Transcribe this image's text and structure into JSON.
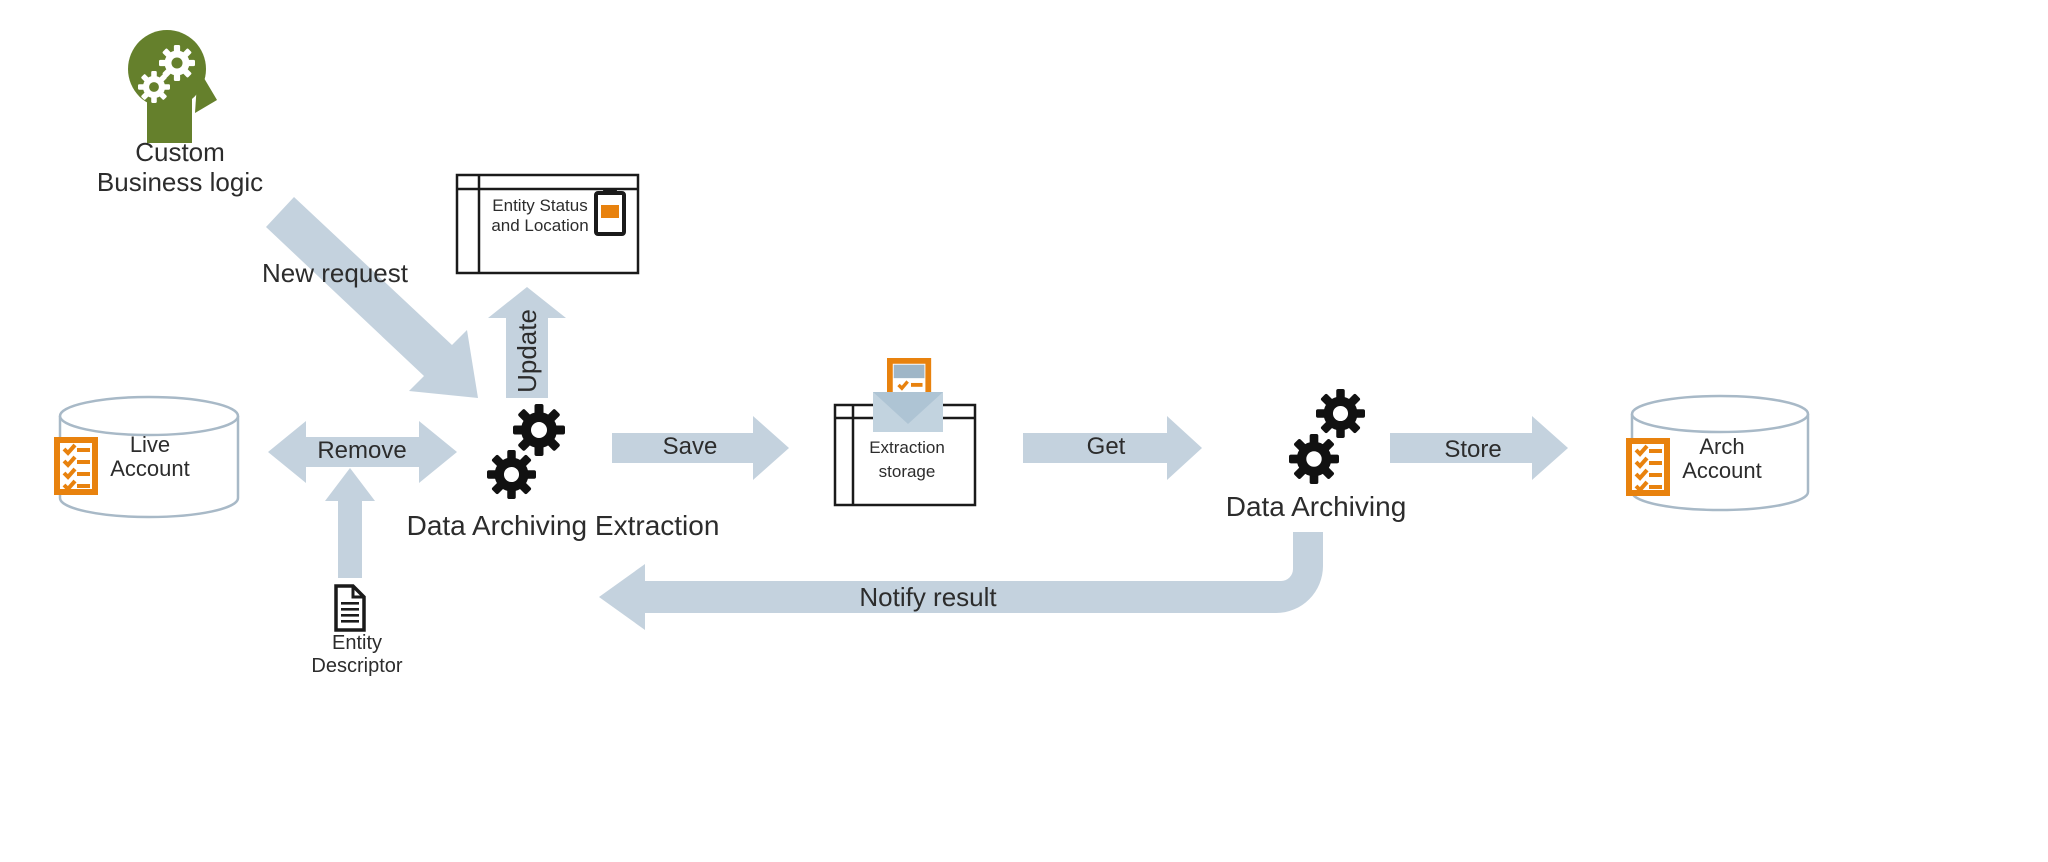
{
  "diagram": {
    "nodes": {
      "custom_business_logic": {
        "label": [
          "Custom",
          "Business logic"
        ],
        "icon": "head-with-gears-icon"
      },
      "entity_status": {
        "label": [
          "Entity Status",
          "and Location"
        ],
        "icon": "clipboard-icon"
      },
      "live_account": {
        "label": [
          "Live",
          "Account"
        ],
        "icon": "checklist-icon",
        "shape": "database-cylinder"
      },
      "data_archiving_extraction": {
        "label": "Data Archiving Extraction",
        "icon": "gears-icon"
      },
      "extraction_storage": {
        "label": [
          "Extraction",
          "storage"
        ],
        "icon": "envelope-document-icon"
      },
      "data_archiving": {
        "label": "Data Archiving",
        "icon": "gears-icon"
      },
      "arch_account": {
        "label": [
          "Arch",
          "Account"
        ],
        "icon": "checklist-icon",
        "shape": "database-cylinder"
      },
      "entity_descriptor": {
        "label": [
          "Entity",
          "Descriptor"
        ],
        "icon": "document-icon"
      }
    },
    "labels": {
      "new_request": "New request",
      "update": "Update",
      "remove": "Remove",
      "save": "Save",
      "get": "Get",
      "store": "Store",
      "notify_result": "Notify result"
    },
    "colors": {
      "arrow": "#c4d2de",
      "envelope_front": "#c2d3df",
      "envelope_flap": "#aec4d4",
      "accent_orange": "#e8820e",
      "head_green": "#65802c",
      "cylinder_stroke": "#a8b9c7",
      "outline_black": "#1a1a1a",
      "text": "#2c2c2c"
    }
  }
}
